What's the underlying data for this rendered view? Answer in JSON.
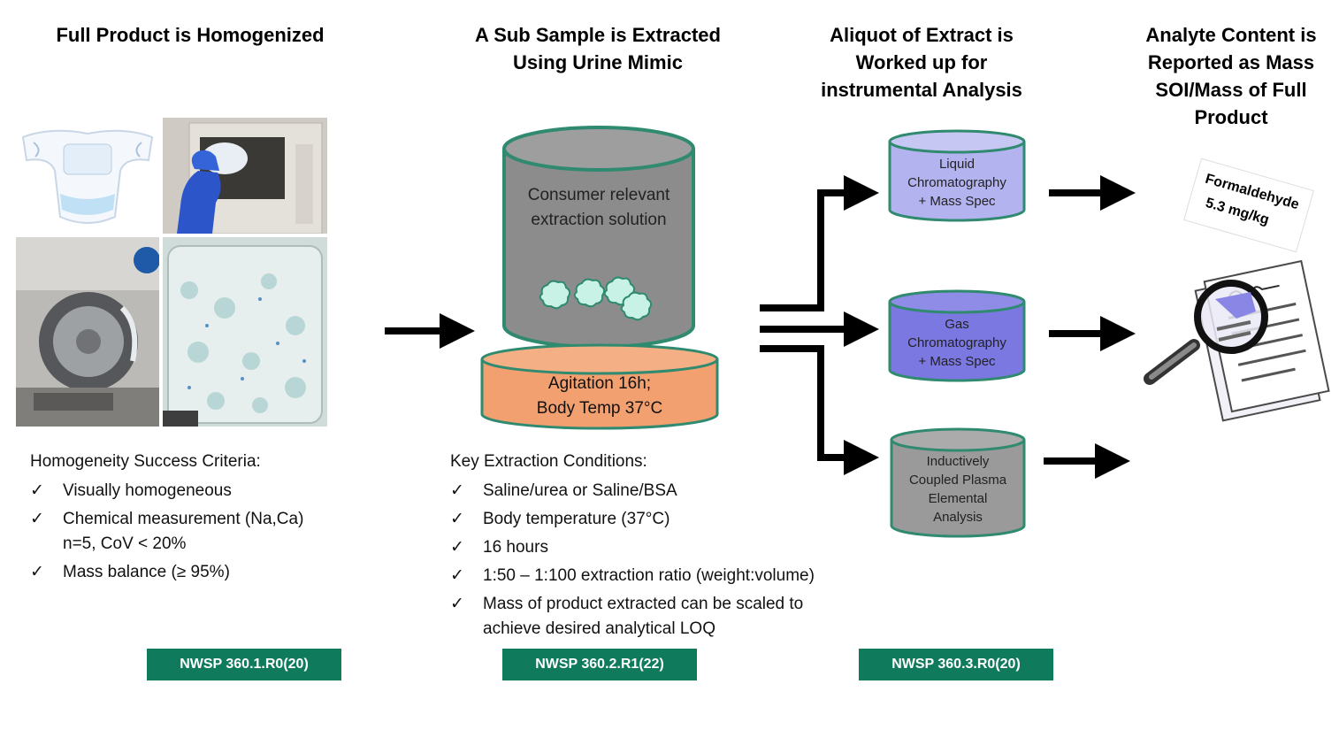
{
  "steps": [
    {
      "title_lines": [
        "Full Product is Homogenized"
      ]
    },
    {
      "title_lines": [
        "A Sub Sample is Extracted",
        "Using Urine Mimic"
      ]
    },
    {
      "title_lines": [
        "Aliquot of Extract is",
        "Worked up for",
        "instrumental Analysis"
      ]
    },
    {
      "title_lines": [
        "Analyte Content is",
        "Reported as Mass",
        "SOI/Mass of Full",
        "Product"
      ]
    }
  ],
  "homogeneity": {
    "heading": "Homogeneity Success Criteria:",
    "items": [
      [
        "Visually homogeneous"
      ],
      [
        "Chemical measurement (Na,Ca)",
        "n=5, CoV < 20%"
      ],
      [
        "Mass balance (≥ 95%)"
      ]
    ]
  },
  "extraction": {
    "heading": "Key Extraction Conditions:",
    "items": [
      [
        "Saline/urea or Saline/BSA"
      ],
      [
        "Body temperature (37°C)"
      ],
      [
        "16 hours"
      ],
      [
        "1:50 – 1:100 extraction ratio (weight:volume)"
      ],
      [
        "Mass of product extracted can be scaled to",
        "achieve desired analytical LOQ"
      ]
    ]
  },
  "check_glyph": "✓",
  "vessel": {
    "solution_lines": [
      "Consumer relevant",
      "extraction solution"
    ],
    "plate_lines": [
      "Agitation 16h;",
      "Body Temp 37°C"
    ]
  },
  "instruments": [
    {
      "lines": [
        "Liquid",
        "Chromatography",
        "+ Mass Spec"
      ],
      "color": "#b3b3f0"
    },
    {
      "lines": [
        "Gas",
        "Chromatography",
        "+ Mass Spec"
      ],
      "color": "#7b78e2"
    },
    {
      "lines": [
        "Inductively",
        "Coupled Plasma",
        "Elemental",
        "Analysis"
      ],
      "color": "#9a9a9a"
    }
  ],
  "result": {
    "analyte": "Formaldehyde",
    "value": "5.3 mg/kg"
  },
  "badges": [
    "NWSP 360.1.R0(20)",
    "NWSP 360.2.R1(22)",
    "NWSP 360.3.R0(20)"
  ],
  "colors": {
    "badge": "#0f7a5c",
    "cylinder_rim": "#2f8a6f",
    "vessel_gray": "#8c8c8c",
    "plate_orange": "#f2a070",
    "granule": "#c8f2e6"
  },
  "icons": {
    "photos": [
      "diaper-icon",
      "glovebox-icon",
      "mill-icon",
      "homogenized-jar-icon"
    ],
    "report": "magnifier-report-icon"
  }
}
